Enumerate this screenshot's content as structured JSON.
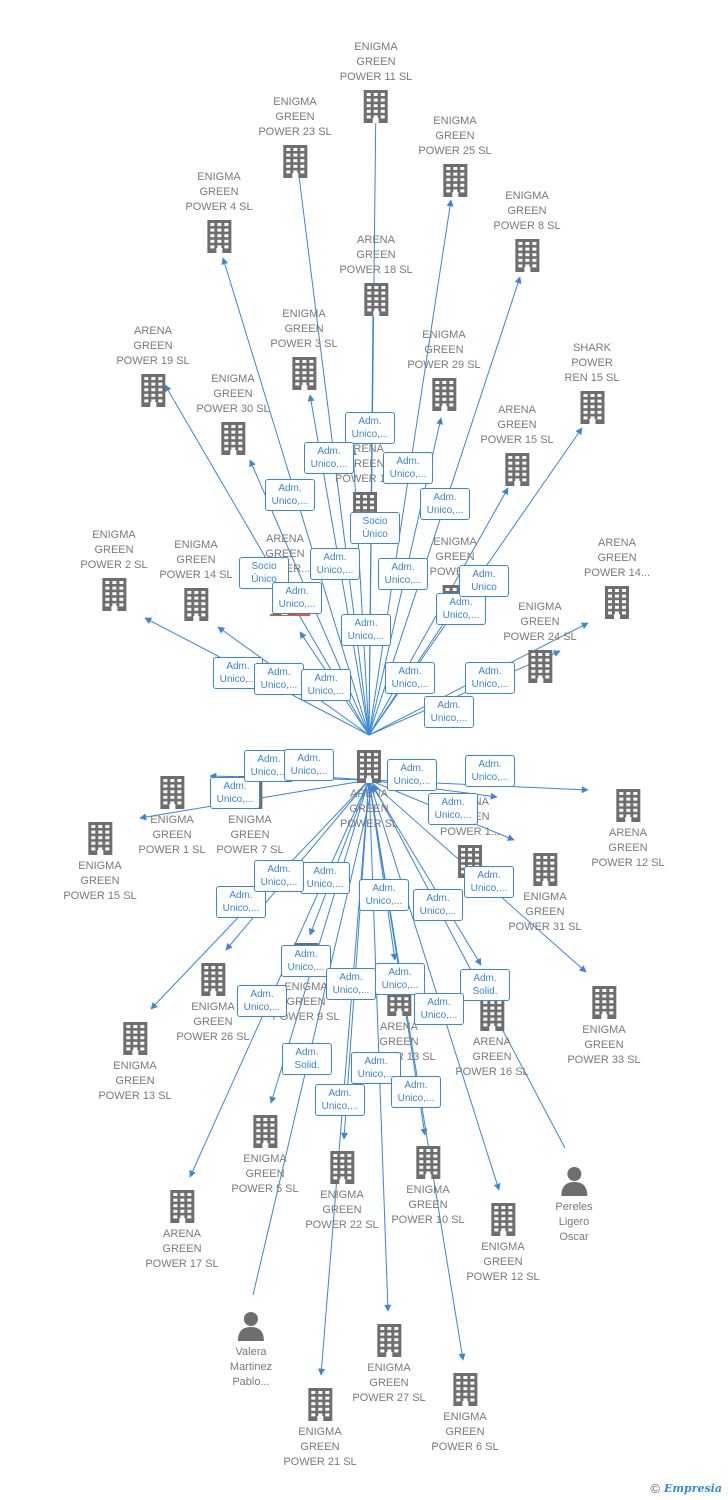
{
  "colors": {
    "edge": "#3a86d8",
    "node": "#7a7a7a",
    "accent": "#e8523f"
  },
  "center": {
    "id": "c",
    "lines": [
      "ARENA",
      "GREEN",
      "POWER SL"
    ],
    "icon": "building-icon"
  },
  "nodes": [
    {
      "id": "n1",
      "lines": [
        "ENIGMA",
        "GREEN",
        "POWER 11 SL"
      ],
      "icon": "building-icon"
    },
    {
      "id": "n2",
      "lines": [
        "ENIGMA",
        "GREEN",
        "POWER 23 SL"
      ],
      "icon": "building-icon"
    },
    {
      "id": "n3",
      "lines": [
        "ENIGMA",
        "GREEN",
        "POWER 25 SL"
      ],
      "icon": "building-icon"
    },
    {
      "id": "n4",
      "lines": [
        "ENIGMA",
        "GREEN",
        "POWER 4 SL"
      ],
      "icon": "building-icon"
    },
    {
      "id": "n5",
      "lines": [
        "ENIGMA",
        "GREEN",
        "POWER 8 SL"
      ],
      "icon": "building-icon"
    },
    {
      "id": "n6",
      "lines": [
        "ARENA",
        "GREEN",
        "POWER 18 SL"
      ],
      "icon": "building-icon"
    },
    {
      "id": "n7",
      "lines": [
        "ENIGMA",
        "GREEN",
        "POWER 3 SL"
      ],
      "icon": "building-icon"
    },
    {
      "id": "n8",
      "lines": [
        "ARENA",
        "GREEN",
        "POWER 19 SL"
      ],
      "icon": "building-icon"
    },
    {
      "id": "n9",
      "lines": [
        "ENIGMA",
        "GREEN",
        "POWER 29 SL"
      ],
      "icon": "building-icon"
    },
    {
      "id": "n10",
      "lines": [
        "SHARK",
        "POWER",
        "REN 15 SL"
      ],
      "icon": "building-icon"
    },
    {
      "id": "n11",
      "lines": [
        "ENIGMA",
        "GREEN",
        "POWER 30 SL"
      ],
      "icon": "building-icon"
    },
    {
      "id": "n12",
      "lines": [
        "ARENA",
        "GREEN",
        "POWER 15 SL"
      ],
      "icon": "building-icon"
    },
    {
      "id": "n13",
      "lines": [
        "ENIGMA",
        "GREEN",
        "POWER 2 SL"
      ],
      "icon": "building-icon"
    },
    {
      "id": "n14",
      "lines": [
        "ENIGMA",
        "GREEN",
        "POWER 14 SL"
      ],
      "icon": "building-icon"
    },
    {
      "id": "n15",
      "lines": [
        "ARENA",
        "GREEN",
        "POWER 14..."
      ],
      "icon": "building-icon"
    },
    {
      "id": "n16",
      "lines": [
        "ENIGMA",
        "GREEN",
        "POWER 24 SL"
      ],
      "icon": "building-icon"
    },
    {
      "id": "n17",
      "lines": [
        "ENIGMA",
        "GREEN",
        "POWER 1 SL"
      ],
      "icon": "building-icon"
    },
    {
      "id": "n18",
      "lines": [
        "ENIGMA",
        "GREEN",
        "POWER 7 SL"
      ],
      "icon": "building-icon"
    },
    {
      "id": "n19",
      "lines": [
        "ENIGMA",
        "GREEN",
        "POWER 15 SL"
      ],
      "icon": "building-icon"
    },
    {
      "id": "n20",
      "lines": [
        "ARENA",
        "GREEN",
        "POWER 12 SL"
      ],
      "icon": "building-icon"
    },
    {
      "id": "n21",
      "lines": [
        "ENIGMA",
        "GREEN",
        "POWER 31 SL"
      ],
      "icon": "building-icon"
    },
    {
      "id": "n22",
      "lines": [
        "ENIGMA",
        "GREEN",
        "POWER 26 SL"
      ],
      "icon": "building-icon"
    },
    {
      "id": "n23",
      "lines": [
        "ENIGMA",
        "GREEN",
        "POWER 9 SL"
      ],
      "icon": "building-icon"
    },
    {
      "id": "n24",
      "lines": [
        "ARENA",
        "GREEN",
        "POWER 13 SL"
      ],
      "icon": "building-icon"
    },
    {
      "id": "n25",
      "lines": [
        "ARENA",
        "GREEN",
        "POWER 16 SL"
      ],
      "icon": "building-icon"
    },
    {
      "id": "n26",
      "lines": [
        "ENIGMA",
        "GREEN",
        "POWER 33 SL"
      ],
      "icon": "building-icon"
    },
    {
      "id": "n27",
      "lines": [
        "ENIGMA",
        "GREEN",
        "POWER 13 SL"
      ],
      "icon": "building-icon"
    },
    {
      "id": "n28",
      "lines": [
        "ENIGMA",
        "GREEN",
        "POWER 5 SL"
      ],
      "icon": "building-icon"
    },
    {
      "id": "n29",
      "lines": [
        "ENIGMA",
        "GREEN",
        "POWER 22 SL"
      ],
      "icon": "building-icon"
    },
    {
      "id": "n30",
      "lines": [
        "ENIGMA",
        "GREEN",
        "POWER 10 SL"
      ],
      "icon": "building-icon"
    },
    {
      "id": "n31",
      "lines": [
        "Pereles",
        "Ligero",
        "Oscar"
      ],
      "icon": "person-icon"
    },
    {
      "id": "n32",
      "lines": [
        "ARENA",
        "GREEN",
        "POWER 17 SL"
      ],
      "icon": "building-icon"
    },
    {
      "id": "n33",
      "lines": [
        "ENIGMA",
        "GREEN",
        "POWER 12 SL"
      ],
      "icon": "building-icon"
    },
    {
      "id": "n34",
      "lines": [
        "Valera",
        "Martinez",
        "Pablo..."
      ],
      "icon": "person-icon"
    },
    {
      "id": "n35",
      "lines": [
        "ENIGMA",
        "GREEN",
        "POWER 27 SL"
      ],
      "icon": "building-icon"
    },
    {
      "id": "n36",
      "lines": [
        "ENIGMA",
        "GREEN",
        "POWER 21 SL"
      ],
      "icon": "building-icon"
    },
    {
      "id": "n37",
      "lines": [
        "ENIGMA",
        "GREEN",
        "POWER 6 SL"
      ],
      "icon": "building-icon"
    },
    {
      "id": "n38",
      "lines": [
        "ARENA",
        "GREEN",
        "POWER..."
      ],
      "icon": "building-icon"
    },
    {
      "id": "n39",
      "lines": [
        "ARENA",
        "GREEN",
        "POWER 1..."
      ],
      "icon": "building-icon"
    },
    {
      "id": "n40",
      "lines": [
        "ARENA",
        "GREEN",
        "POWER 1..."
      ],
      "icon": "building-icon"
    },
    {
      "id": "n41",
      "lines": [
        "ENIGMA",
        "GREEN",
        "POWER..."
      ],
      "icon": "building-icon"
    }
  ],
  "relations": [
    {
      "to": "n1",
      "label": "Adm. Unico,..."
    },
    {
      "to": "n2",
      "label": "Adm. Unico,..."
    },
    {
      "to": "n3",
      "label": "Adm. Unico,..."
    },
    {
      "to": "n4",
      "label": "Adm. Unico,..."
    },
    {
      "to": "n5",
      "label": "Adm. Unico,..."
    },
    {
      "to": "n6",
      "label": "Socio Único"
    },
    {
      "to": "n7",
      "label": "Adm. Unico,..."
    },
    {
      "to": "n8",
      "label": "Socio Único"
    },
    {
      "to": "n9",
      "label": "Adm. Unico,..."
    },
    {
      "to": "n10",
      "label": "Adm. Unico"
    },
    {
      "to": "n11",
      "label": "Adm. Unico,..."
    },
    {
      "to": "n12",
      "label": "Adm. Unico,..."
    },
    {
      "to": "n13",
      "label": "Adm. Unico,..."
    },
    {
      "to": "n14",
      "label": "Adm. Unico,..."
    },
    {
      "to": "n15",
      "label": "Adm. Unico,..."
    },
    {
      "to": "n16",
      "label": "Adm. Unico,..."
    },
    {
      "to": "n17",
      "label": "Adm. Unico,..."
    },
    {
      "to": "n18",
      "label": "Adm. Unico,..."
    },
    {
      "to": "n19",
      "label": "Adm. Unico,..."
    },
    {
      "to": "n20",
      "label": "Adm. Unico,..."
    },
    {
      "to": "n21",
      "label": "Adm. Unico,..."
    },
    {
      "to": "n22",
      "label": "Adm. Unico,..."
    },
    {
      "to": "n23",
      "label": "Adm. Unico,..."
    },
    {
      "to": "n24",
      "label": "Adm. Unico,..."
    },
    {
      "to": "n25",
      "label": "Adm. Unico,..."
    },
    {
      "to": "n26",
      "label": "Adm. Unico,..."
    },
    {
      "to": "n27",
      "label": "Adm. Unico,..."
    },
    {
      "to": "n28",
      "label": "Adm. Unico,..."
    },
    {
      "to": "n29",
      "label": "Adm. Unico,..."
    },
    {
      "to": "n30",
      "label": "Adm. Unico,..."
    },
    {
      "from": "n31",
      "label": "Adm. Solid."
    },
    {
      "to": "n32",
      "label": "Adm. Unico,..."
    },
    {
      "to": "n33",
      "label": "Adm. Unico,..."
    },
    {
      "from": "n34",
      "label": "Adm. Solid."
    },
    {
      "to": "n35",
      "label": "Adm. Unico,..."
    },
    {
      "to": "n36",
      "label": "Adm. Unico,..."
    },
    {
      "to": "n37",
      "label": "Adm. Unico,..."
    },
    {
      "to": "n38",
      "label": "Adm. Unico,..."
    },
    {
      "to": "n39",
      "label": "Adm. Unico,..."
    },
    {
      "to": "n40",
      "label": "Adm. Unico,..."
    },
    {
      "to": "n41",
      "label": "Adm. Unico,..."
    }
  ],
  "watermark": {
    "copyright": "©",
    "brand": "Empresia"
  }
}
